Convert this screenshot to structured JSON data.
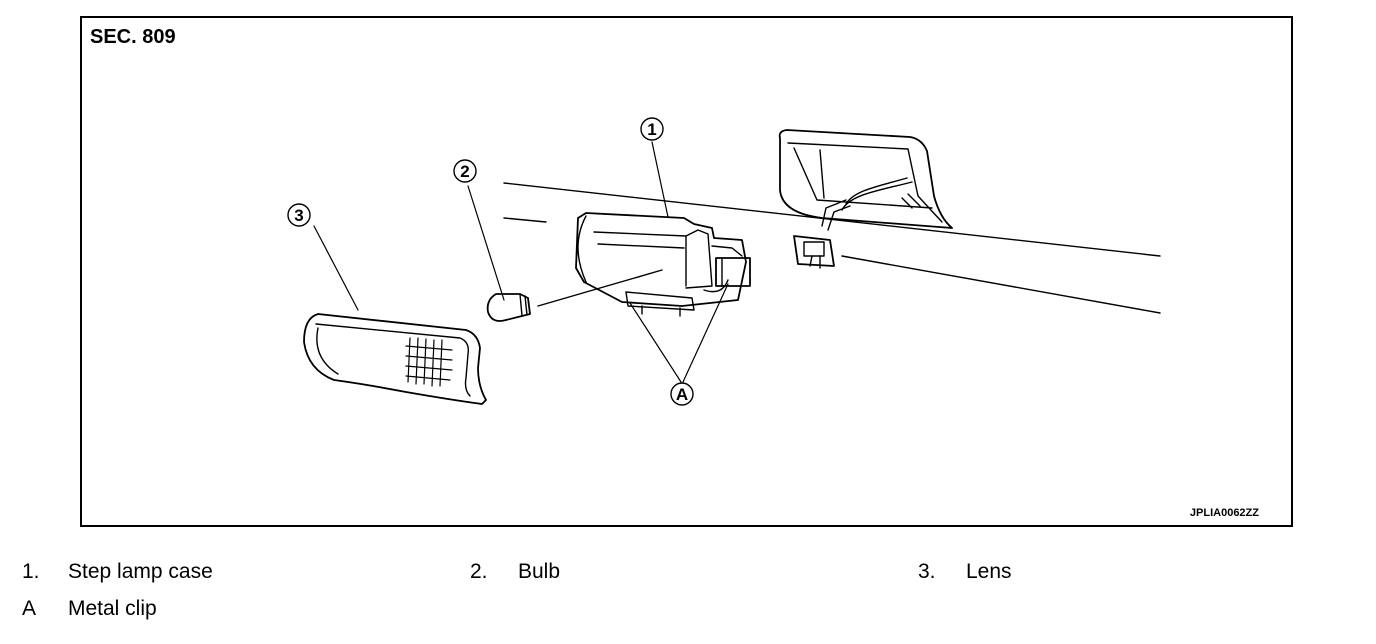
{
  "figure": {
    "section": "SEC. 809",
    "figure_id": "JPLIA0062ZZ",
    "callouts": [
      "1",
      "2",
      "3",
      "A"
    ]
  },
  "legend": [
    {
      "number": "1.",
      "text": "Step lamp case"
    },
    {
      "number": "2.",
      "text": "Bulb"
    },
    {
      "number": "3.",
      "text": "Lens"
    },
    {
      "number": "A",
      "text": "Metal clip"
    }
  ]
}
